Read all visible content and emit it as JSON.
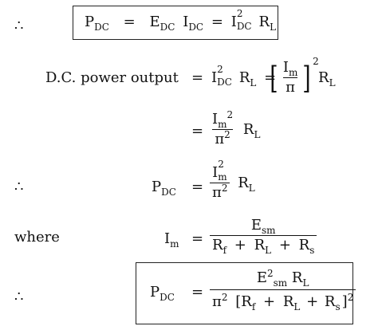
{
  "symbols": {
    "therefore": "∴"
  },
  "line1": {
    "P": "P",
    "P_sub": "DC",
    "eq1": "=",
    "E": "E",
    "E_sub": "DC",
    "I": "I",
    "I_sub": "DC",
    "eq2": "=",
    "I2": "I",
    "I2_sup": "2",
    "I2_sub": "DC",
    "R": "R",
    "R_sub": "L"
  },
  "line2": {
    "label": "D.C. power output",
    "eq": "=",
    "I": "I",
    "I_sup": "2",
    "I_sub": "DC",
    "R": "R",
    "R_sub": "L",
    "eq2": "=",
    "frac_num": "I",
    "frac_num_sub": "m",
    "frac_den": "π",
    "outer_sup": "2",
    "R2": "R",
    "R2_sub": "L"
  },
  "line3": {
    "eq": "=",
    "num": "I",
    "num_sub": "m",
    "num_sup": "2",
    "den": "π",
    "den_sup": "2",
    "R": "R",
    "R_sub": "L"
  },
  "line4": {
    "P": "P",
    "P_sub": "DC",
    "eq": "=",
    "num": "I",
    "num_sup": "2",
    "num_sub": "m",
    "den": "π",
    "den_sup": "2",
    "R": "R",
    "R_sub": "L"
  },
  "line5": {
    "where": "where",
    "I": "I",
    "I_sub": "m",
    "eq": "=",
    "num": "E",
    "num_sub": "sm",
    "den_R1": "R",
    "den_R1_sub": "f",
    "plus1": "+",
    "den_R2": "R",
    "den_R2_sub": "L",
    "plus2": "+",
    "den_R3": "R",
    "den_R3_sub": "s"
  },
  "line6": {
    "P": "P",
    "P_sub": "DC",
    "eq": "=",
    "num_E": "E",
    "num_E_sup": "2",
    "num_E_sub": "sm",
    "num_R": "R",
    "num_R_sub": "L",
    "den_pi": "π",
    "den_pi_sup": "2",
    "den_open": "[",
    "den_R1": "R",
    "den_R1_sub": "f",
    "plus1": "+",
    "den_R2": "R",
    "den_R2_sub": "L",
    "plus2": "+",
    "den_R3": "R",
    "den_R3_sub": "s",
    "den_close": "]",
    "den_sup": "2"
  }
}
